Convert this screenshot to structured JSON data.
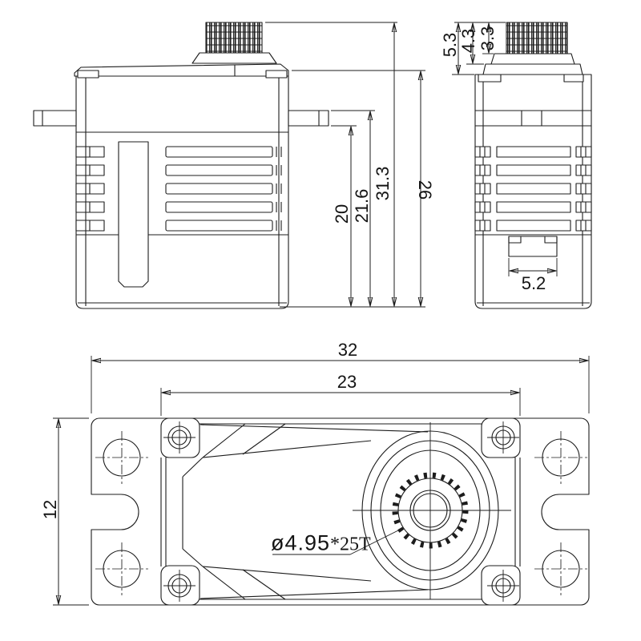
{
  "drawing": {
    "kind": "servo-dimension-drawing",
    "units": "mm",
    "dimensions": {
      "side": {
        "tab_bottom_to_base": "20",
        "tab_top_to_base": "21.6",
        "overall_height": "31.3",
        "case_height": "26"
      },
      "end": {
        "head_total_height": "5.3",
        "head_mid_height": "4.3",
        "spline_height": "3.3",
        "connector_width": "5.2"
      },
      "top": {
        "overall_width": "32",
        "case_width": "23",
        "case_depth": "12"
      },
      "spline_callout": {
        "diameter": "ø4.95",
        "teeth": "*25T"
      }
    }
  }
}
